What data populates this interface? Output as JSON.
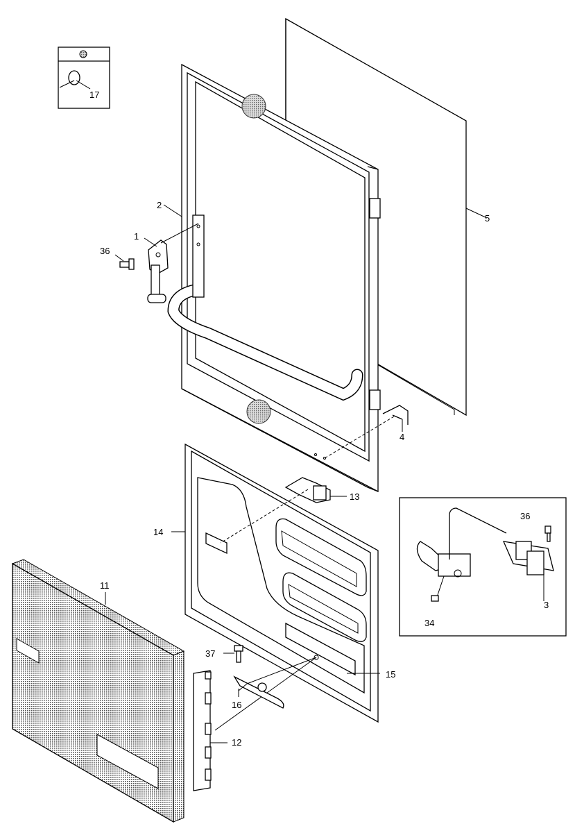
{
  "labels": {
    "p1": "1",
    "p2": "2",
    "p3": "3",
    "p4": "4",
    "p5": "5",
    "p11": "11",
    "p12": "12",
    "p13": "13",
    "p14": "14",
    "p15": "15",
    "p16": "16",
    "p17": "17",
    "p34": "34",
    "p36a": "36",
    "p36b": "36",
    "p37": "37"
  }
}
